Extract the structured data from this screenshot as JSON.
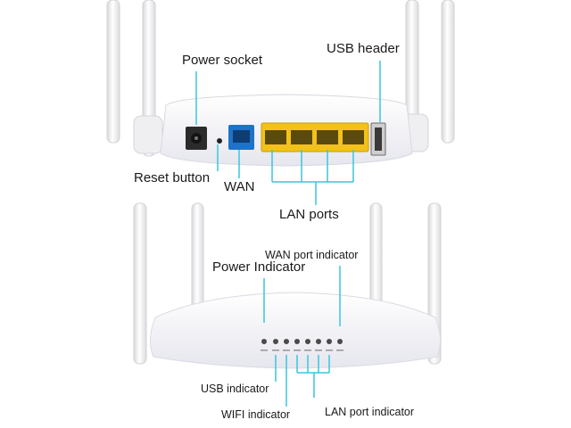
{
  "labels": {
    "power_socket": "Power socket",
    "usb_header": "USB header",
    "reset_button": "Reset button",
    "wan": "WAN",
    "lan_ports": "LAN ports",
    "wan_port_indicator": "WAN port indicator",
    "power_indicator": "Power Indicator",
    "usb_indicator": "USB indicator",
    "wifi_indicator": "WIFI indicator",
    "lan_port_indicator": "LAN port indicator"
  },
  "colors": {
    "leader_line": "#38c6df",
    "wan_port": "#1e73c8",
    "lan_port": "#f3c21a",
    "router_body": "#f4f4f8",
    "antenna": "#f2f2f2"
  }
}
